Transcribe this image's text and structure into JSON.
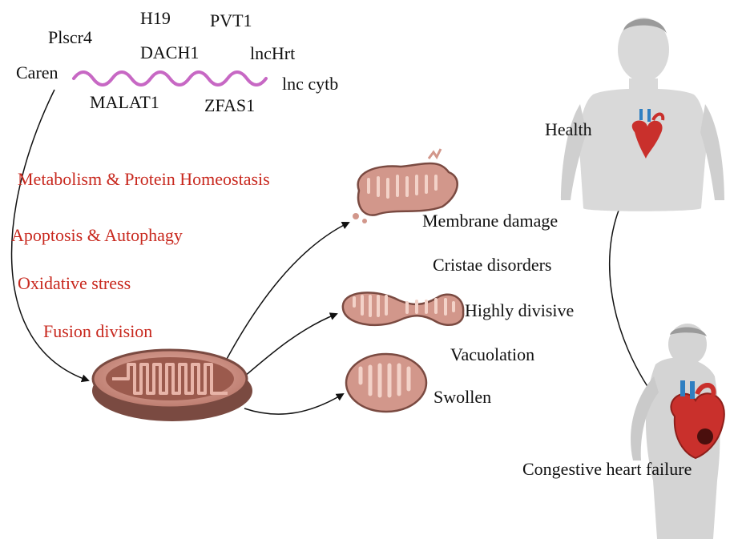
{
  "lncrnas": [
    "Plscr4",
    "H19",
    "PVT1",
    "DACH1",
    "lncHrt",
    "Caren",
    "lnc cytb",
    "MALAT1",
    "ZFAS1"
  ],
  "mechanisms": [
    "Metabolism & Protein Homeostasis",
    "Apoptosis & Autophagy",
    "Oxidative stress",
    "Fusion division"
  ],
  "mito_changes": [
    "Membrane damage",
    "Cristae disorders",
    "Highly divisive",
    "Vacuolation",
    "Swollen"
  ],
  "states": {
    "healthy": "Health",
    "diseased": "Congestive heart failure"
  },
  "colors": {
    "lncrna_wave": "#c768c4",
    "mechanism_text": "#c8281e",
    "mito_fill": "#d2978b",
    "mito_dark": "#7a4a41",
    "body_gray": "#d9d9d9",
    "heart_red": "#c9302c",
    "vessel_blue": "#2f7fc1"
  }
}
